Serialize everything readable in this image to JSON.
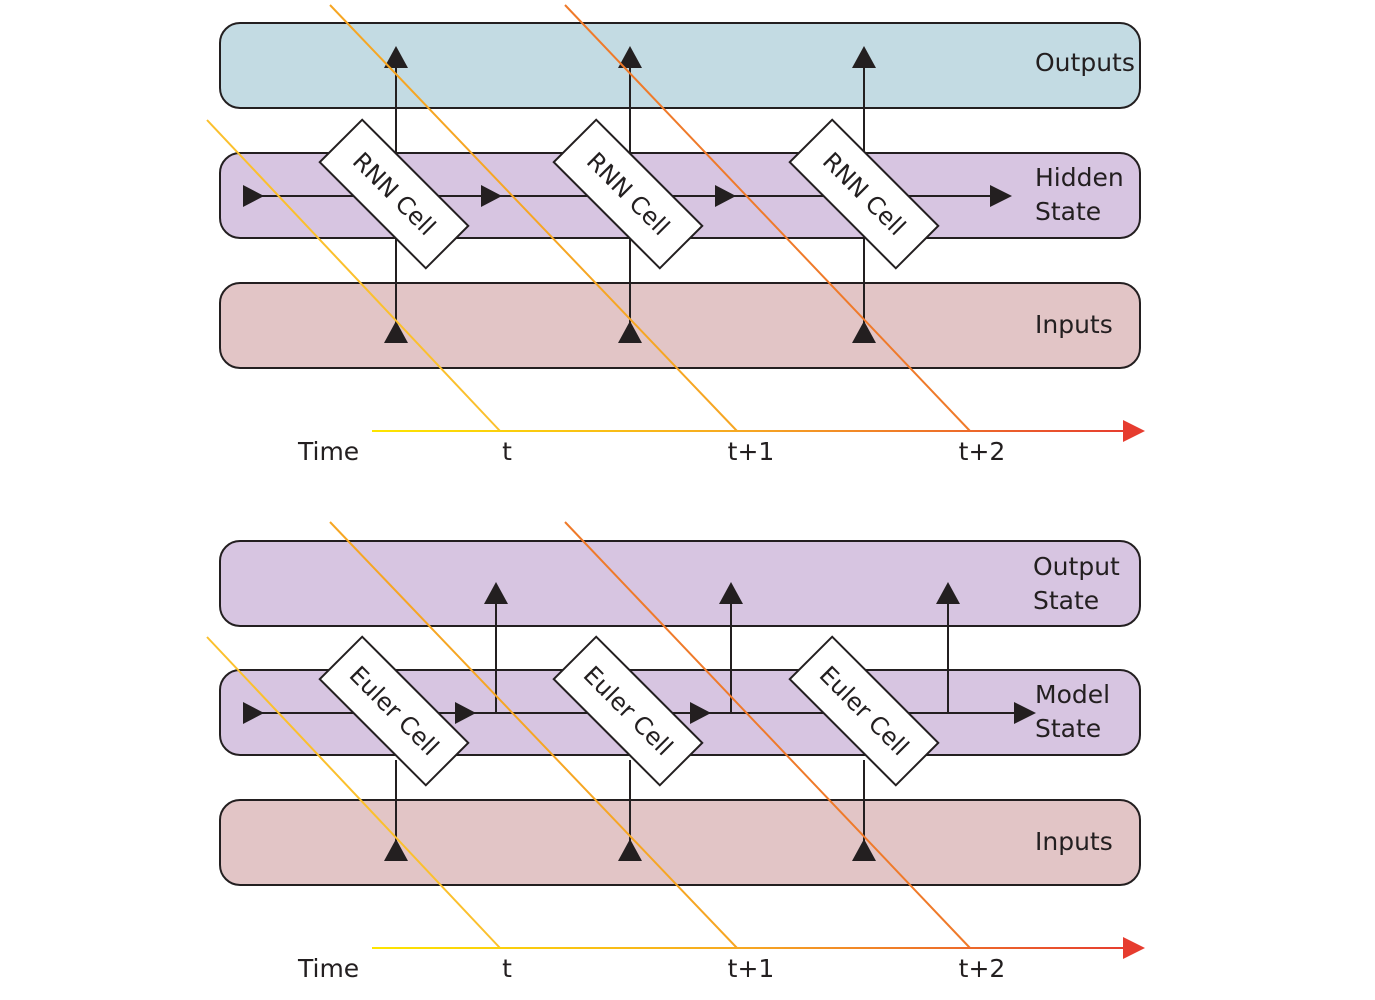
{
  "colors": {
    "outputs_band": "#c3dbe3",
    "hidden_band": "#d7c5e1",
    "inputs_band": "#e2c5c6",
    "band_stroke": "#231f20",
    "arrow": "#231f20",
    "time_gradient": [
      "#fde500",
      "#f6a623",
      "#e63c2f"
    ]
  },
  "top": {
    "bands": {
      "outputs": "Outputs",
      "hidden_line1": "Hidden",
      "hidden_line2": "State",
      "inputs": "Inputs"
    },
    "cell_label": "RNN Cell",
    "time_axis": {
      "label": "Time",
      "ticks": [
        "t",
        "t+1",
        "t+2"
      ]
    }
  },
  "bottom": {
    "bands": {
      "output_line1": "Output",
      "output_line2": "State",
      "model_line1": "Model",
      "model_line2": "State",
      "inputs": "Inputs"
    },
    "cell_label": "Euler Cell",
    "time_axis": {
      "label": "Time",
      "ticks": [
        "t",
        "t+1",
        "t+2"
      ]
    }
  }
}
